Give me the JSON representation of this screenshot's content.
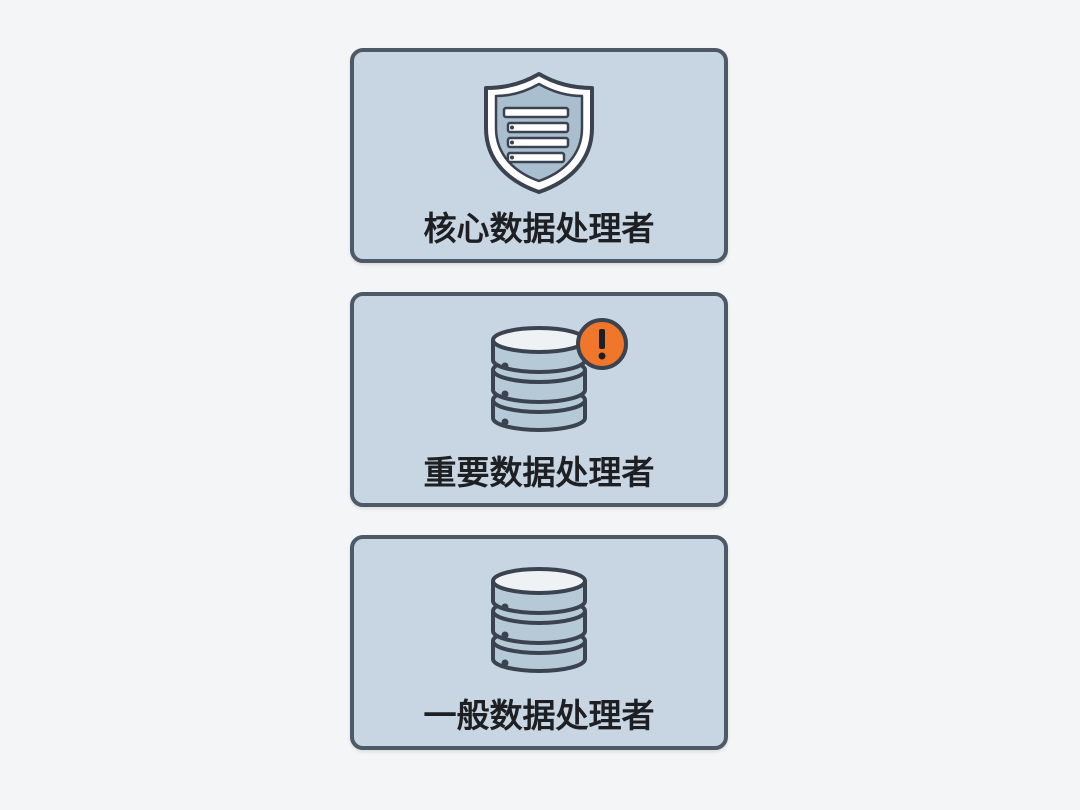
{
  "cards": [
    {
      "label": "核心数据处理者",
      "icon": "shield-document-icon"
    },
    {
      "label": "重要数据处理者",
      "icon": "database-warning-icon"
    },
    {
      "label": "一般数据处理者",
      "icon": "database-icon"
    }
  ],
  "colors": {
    "card_fill": "#c7d6e2",
    "card_border": "#4e5968",
    "icon_fill": "#b5c9d7",
    "icon_stroke": "#3b4350",
    "warning": "#f0772a"
  }
}
